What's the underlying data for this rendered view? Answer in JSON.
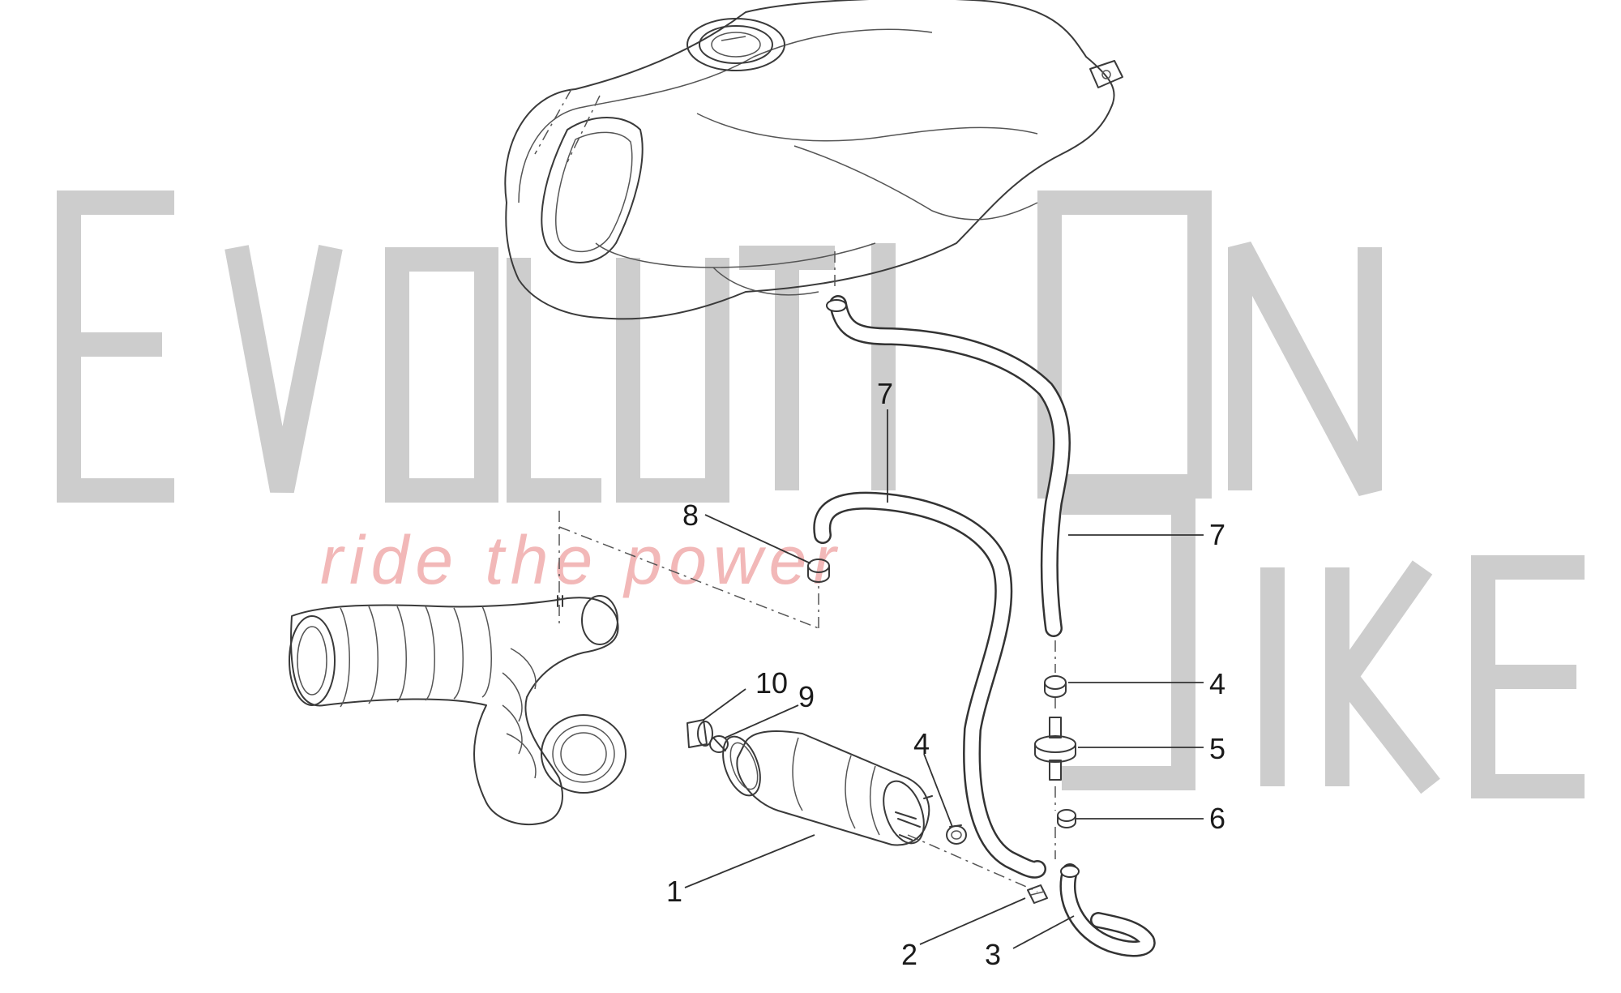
{
  "watermark": {
    "letters": [
      "E",
      "V",
      "O",
      "L",
      "U",
      "T",
      "I",
      "O",
      "N",
      "B",
      "I",
      "K",
      "E"
    ],
    "tagline": "ride the power",
    "watermark_color": "#cdcdcd",
    "tagline_color": "#f2b8b8"
  },
  "callouts": [
    {
      "id": "c1",
      "label": "1"
    },
    {
      "id": "c2",
      "label": "2"
    },
    {
      "id": "c3",
      "label": "3"
    },
    {
      "id": "c4a",
      "label": "4"
    },
    {
      "id": "c4b",
      "label": "4"
    },
    {
      "id": "c5",
      "label": "5"
    },
    {
      "id": "c6",
      "label": "6"
    },
    {
      "id": "c7a",
      "label": "7"
    },
    {
      "id": "c7b",
      "label": "7"
    },
    {
      "id": "c8",
      "label": "8"
    },
    {
      "id": "c9",
      "label": "9"
    },
    {
      "id": "c10",
      "label": "10"
    }
  ]
}
